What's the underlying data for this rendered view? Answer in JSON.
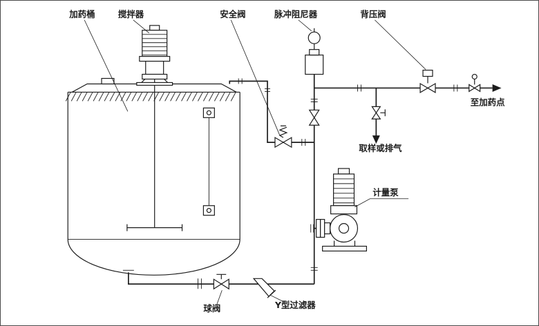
{
  "diagram": {
    "colors": {
      "line": "#1c1c1c",
      "background": "#ffffff",
      "border": "#4a4a4a"
    },
    "labels": {
      "tank": "加药桶",
      "agitator": "搅拌器",
      "safety_valve": "安全阀",
      "pulse_damper": "脉冲阻尼器",
      "back_pressure_valve": "背压阀",
      "to_dosing_point": "至加药点",
      "sample_or_vent": "取样或排气",
      "metering_pump": "计量泵",
      "ball_valve": "球阀",
      "y_strainer": "Y型过滤器"
    }
  }
}
